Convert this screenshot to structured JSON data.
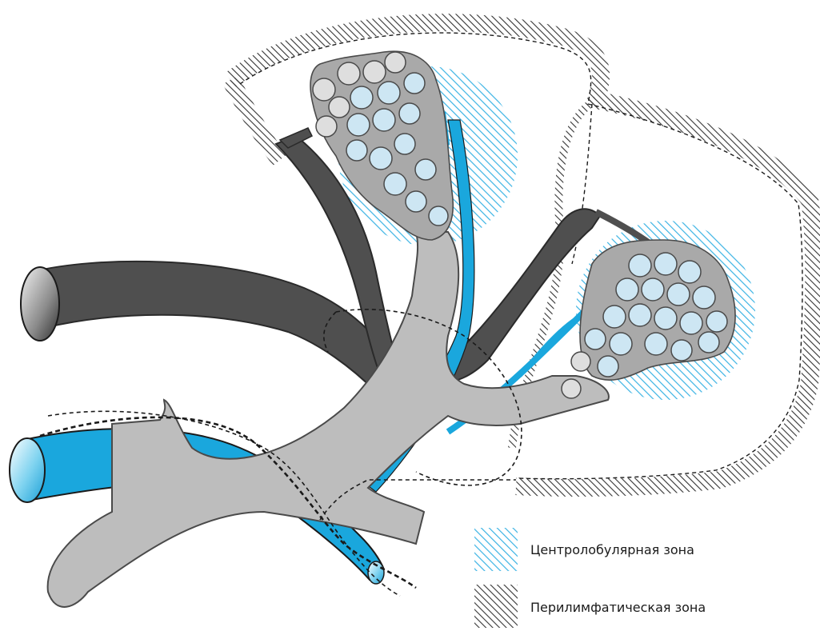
{
  "legend": {
    "items": [
      {
        "label": "Центролобулярная зона",
        "swatch": "centrilobular"
      },
      {
        "label": "Перилимфатическая зона",
        "swatch": "perilymphatic"
      }
    ]
  },
  "colors": {
    "artery_blue": "#1aa7dd",
    "centrilobular_hatch": "#3bb3e4",
    "perilymphatic_hatch": "#333333",
    "bronchus_gray": "#bdbdbd",
    "vein_dark": "#505050",
    "alveolus_fill": "#dedede"
  }
}
